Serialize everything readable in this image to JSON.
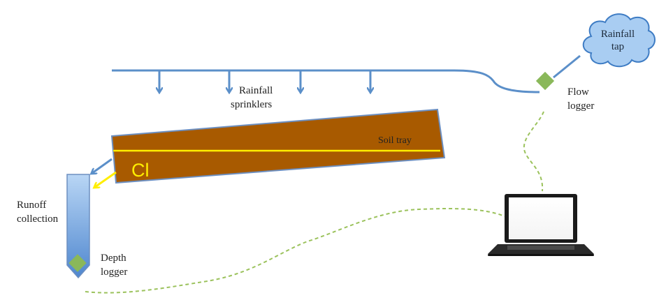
{
  "labels": {
    "rainfall_tap": [
      "Rainfall",
      "tap"
    ],
    "flow_logger": [
      "Flow",
      "logger"
    ],
    "rainfall_sprinklers": [
      "Rainfall",
      "sprinklers"
    ],
    "soil_tray": "Soil tray",
    "tracer": "Cl",
    "runoff_collection": [
      "Runoff",
      "collection"
    ],
    "depth_logger": [
      "Depth",
      "logger"
    ]
  },
  "colors": {
    "pipe": "#5b8fc9",
    "soil": "#a85a00",
    "soil_stroke": "#6d8fc0",
    "tracer_line": "#ffee00",
    "logger_diamond": "#8ab85a",
    "cable": "#9bc25c",
    "cloud_fill": "#a9cdf2",
    "cloud_stroke": "#3e7cc4",
    "tube_top": "#b9d6f5",
    "tube_bottom": "#4f87cf"
  },
  "icons": {
    "computer": "laptop-icon"
  }
}
